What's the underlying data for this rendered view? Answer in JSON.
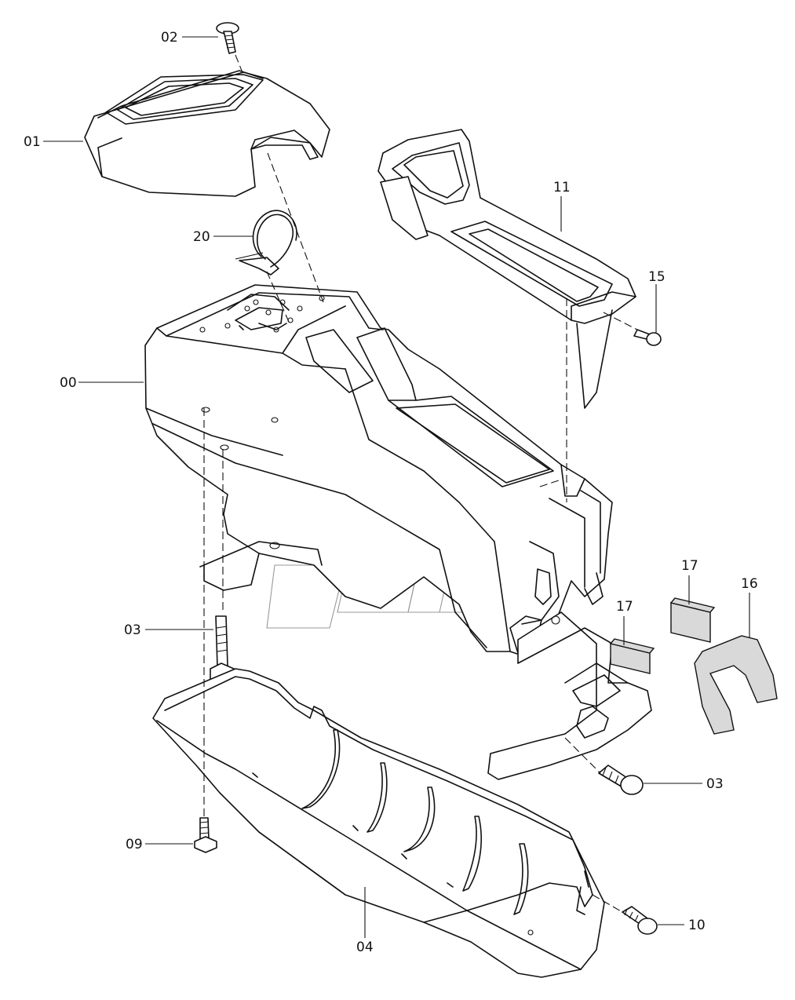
{
  "diagram": {
    "parts": [
      {
        "id": "p00",
        "label": "00"
      },
      {
        "id": "p01",
        "label": "01"
      },
      {
        "id": "p02",
        "label": "02"
      },
      {
        "id": "p03a",
        "label": "03"
      },
      {
        "id": "p03b",
        "label": "03"
      },
      {
        "id": "p04",
        "label": "04"
      },
      {
        "id": "p09",
        "label": "09"
      },
      {
        "id": "p10",
        "label": "10"
      },
      {
        "id": "p11",
        "label": "11"
      },
      {
        "id": "p15",
        "label": "15"
      },
      {
        "id": "p16",
        "label": "16"
      },
      {
        "id": "p17a",
        "label": "17"
      },
      {
        "id": "p17b",
        "label": "17"
      },
      {
        "id": "p20",
        "label": "20"
      }
    ]
  }
}
